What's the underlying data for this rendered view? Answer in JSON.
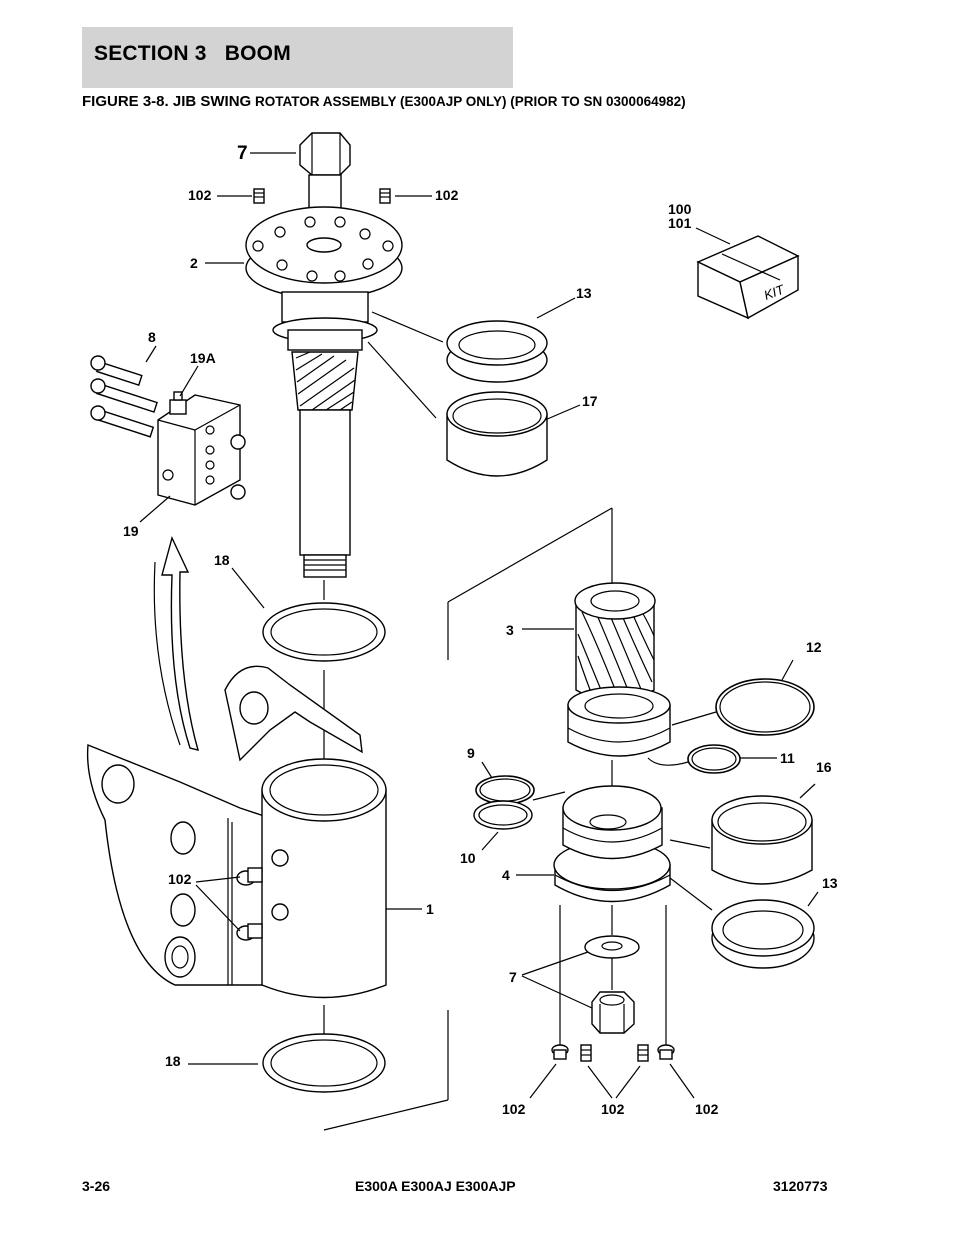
{
  "header": {
    "section_title": "SECTION 3   BOOM",
    "figure_title_lead": "FIGURE 3-8. JIB SWING",
    "figure_title_rest": " ROTATOR ASSEMBLY (E300AJP ONLY) (PRIOR TO SN 0300064982)"
  },
  "callouts": {
    "c7_top": "7",
    "c102_top_left": "102",
    "c102_top_right": "102",
    "c2": "2",
    "c100": "100",
    "c101": "101",
    "kit_label": "KIT",
    "c13_top": "13",
    "c8": "8",
    "c19a": "19A",
    "c17": "17",
    "c19": "19",
    "c18_top": "18",
    "c3": "3",
    "c12": "12",
    "c9": "9",
    "c11": "11",
    "c16": "16",
    "c10": "10",
    "c4": "4",
    "c13_bottom": "13",
    "c102_body": "102",
    "c1": "1",
    "c7_bottom": "7",
    "c18_bottom": "18",
    "c102_b1": "102",
    "c102_b2": "102",
    "c102_b3": "102"
  },
  "footer": {
    "page_number": "3-26",
    "models": "E300A E300AJ E300AJP",
    "doc_number": "3120773"
  }
}
